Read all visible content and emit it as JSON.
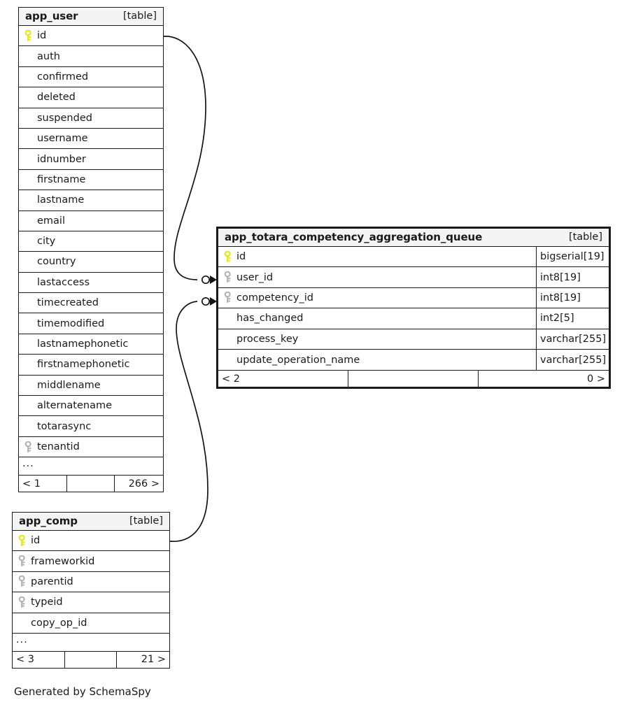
{
  "diagram": {
    "kind_label": "[table]",
    "more_label": "...",
    "caption": "Generated by SchemaSpy",
    "colors": {
      "primary_key": "#e8e80c",
      "foreign_key": "#b4b4b4",
      "border": "#1a1a1a",
      "header_bg": "#f4f4f4",
      "background": "#ffffff"
    }
  },
  "tables": [
    {
      "id": "app_user",
      "name": "app_user",
      "kind": "[table]",
      "focused": false,
      "show_types": false,
      "columns": [
        {
          "name": "id",
          "key": "primary",
          "type": ""
        },
        {
          "name": "auth",
          "key": "none",
          "type": ""
        },
        {
          "name": "confirmed",
          "key": "none",
          "type": ""
        },
        {
          "name": "deleted",
          "key": "none",
          "type": ""
        },
        {
          "name": "suspended",
          "key": "none",
          "type": ""
        },
        {
          "name": "username",
          "key": "none",
          "type": ""
        },
        {
          "name": "idnumber",
          "key": "none",
          "type": ""
        },
        {
          "name": "firstname",
          "key": "none",
          "type": ""
        },
        {
          "name": "lastname",
          "key": "none",
          "type": ""
        },
        {
          "name": "email",
          "key": "none",
          "type": ""
        },
        {
          "name": "city",
          "key": "none",
          "type": ""
        },
        {
          "name": "country",
          "key": "none",
          "type": ""
        },
        {
          "name": "lastaccess",
          "key": "none",
          "type": ""
        },
        {
          "name": "timecreated",
          "key": "none",
          "type": ""
        },
        {
          "name": "timemodified",
          "key": "none",
          "type": ""
        },
        {
          "name": "lastnamephonetic",
          "key": "none",
          "type": ""
        },
        {
          "name": "firstnamephonetic",
          "key": "none",
          "type": ""
        },
        {
          "name": "middlename",
          "key": "none",
          "type": ""
        },
        {
          "name": "alternatename",
          "key": "none",
          "type": ""
        },
        {
          "name": "totarasync",
          "key": "none",
          "type": ""
        },
        {
          "name": "tenantid",
          "key": "foreign",
          "type": ""
        }
      ],
      "truncated": true,
      "footer": {
        "left": "< 1",
        "middle": "",
        "right": "266 >"
      }
    },
    {
      "id": "app_totara_competency_aggregation_queue",
      "name": "app_totara_competency_aggregation_queue",
      "kind": "[table]",
      "focused": true,
      "show_types": true,
      "columns": [
        {
          "name": "id",
          "key": "primary",
          "type": "bigserial[19]"
        },
        {
          "name": "user_id",
          "key": "foreign",
          "type": "int8[19]"
        },
        {
          "name": "competency_id",
          "key": "foreign",
          "type": "int8[19]"
        },
        {
          "name": "has_changed",
          "key": "none",
          "type": "int2[5]"
        },
        {
          "name": "process_key",
          "key": "none",
          "type": "varchar[255]"
        },
        {
          "name": "update_operation_name",
          "key": "none",
          "type": "varchar[255]"
        }
      ],
      "truncated": false,
      "footer": {
        "left": "< 2",
        "middle": "",
        "right": "0 >"
      }
    },
    {
      "id": "app_comp",
      "name": "app_comp",
      "kind": "[table]",
      "focused": false,
      "show_types": false,
      "columns": [
        {
          "name": "id",
          "key": "primary",
          "type": ""
        },
        {
          "name": "frameworkid",
          "key": "foreign",
          "type": ""
        },
        {
          "name": "parentid",
          "key": "foreign",
          "type": ""
        },
        {
          "name": "typeid",
          "key": "foreign",
          "type": ""
        },
        {
          "name": "copy_op_id",
          "key": "none",
          "type": ""
        }
      ],
      "truncated": true,
      "footer": {
        "left": "< 3",
        "middle": "",
        "right": "21 >"
      }
    }
  ],
  "relationships": [
    {
      "id": "app_user-id__to__aggregation_queue-user_id",
      "from_table": "app_user",
      "from_column": "id",
      "to_table": "app_totara_competency_aggregation_queue",
      "to_column": "user_id"
    },
    {
      "id": "app_comp-id__to__aggregation_queue-competency_id",
      "from_table": "app_comp",
      "from_column": "id",
      "to_table": "app_totara_competency_aggregation_queue",
      "to_column": "competency_id"
    }
  ]
}
